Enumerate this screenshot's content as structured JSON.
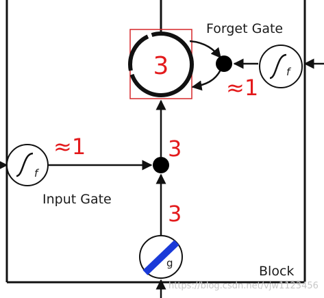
{
  "labels": {
    "forget_gate": "Forget Gate",
    "input_gate": "Input Gate",
    "block": "Block",
    "cell_value": "3",
    "forget_value": "≈1",
    "input_value": "≈1",
    "mid_value": "3",
    "low_value": "3",
    "gate_symbol": "f",
    "g_symbol": "g",
    "watermark": "https://blog.csdn.net/vjw1123456"
  },
  "colors": {
    "annotation_red": "#e31a1c",
    "highlight_box": "#d62728",
    "g_slash_blue": "#1a3ad8",
    "line_black": "#111111"
  },
  "icons": [
    "sigmoid-icon",
    "tanh-icon",
    "multiply-node-icon",
    "arrowhead-icon"
  ]
}
